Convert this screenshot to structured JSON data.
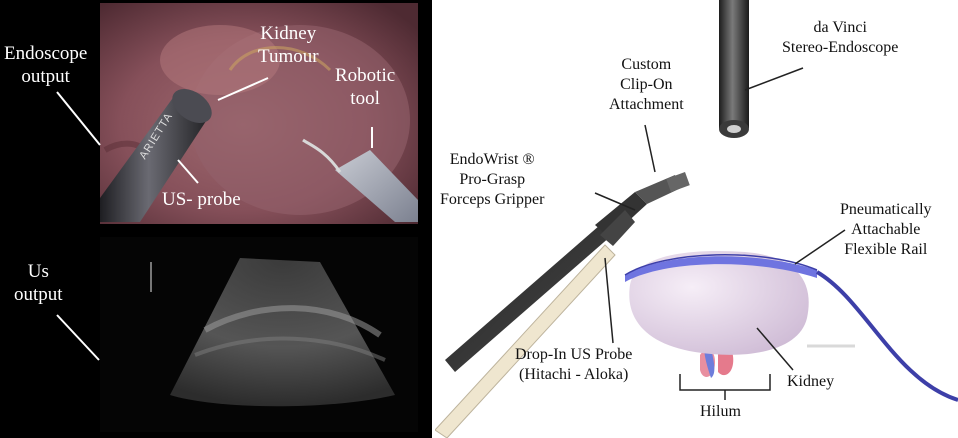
{
  "left": {
    "endoscope_label": [
      "Endoscope",
      "output"
    ],
    "kidney_tumour_label": [
      "Kidney",
      "Tumour"
    ],
    "robotic_tool_label": [
      "Robotic",
      "tool"
    ],
    "us_probe_label": "US- probe",
    "probe_brand": "ARIETTA",
    "us_output_label": [
      "Us",
      "output"
    ]
  },
  "right": {
    "davinci_label": [
      "da Vinci",
      "Stereo-Endoscope"
    ],
    "clip_label": [
      "Custom",
      "Clip-On",
      "Attachment"
    ],
    "endowrist_label": [
      "EndoWrist ®",
      "Pro-Grasp",
      "Forceps Gripper"
    ],
    "rail_label": [
      "Pneumatically",
      "Attachable",
      "Flexible Rail"
    ],
    "probe_label": [
      "Drop-In US Probe",
      "(Hitachi - Aloka)"
    ],
    "kidney_label": "Kidney",
    "hilum_label": "Hilum"
  },
  "colors": {
    "rail": "#6f74e0",
    "kidney": "#e9dcec",
    "vessel_red": "#e57a8c",
    "vessel_blue": "#6e7ddb",
    "endoscope_bg": "#7e4a52"
  }
}
